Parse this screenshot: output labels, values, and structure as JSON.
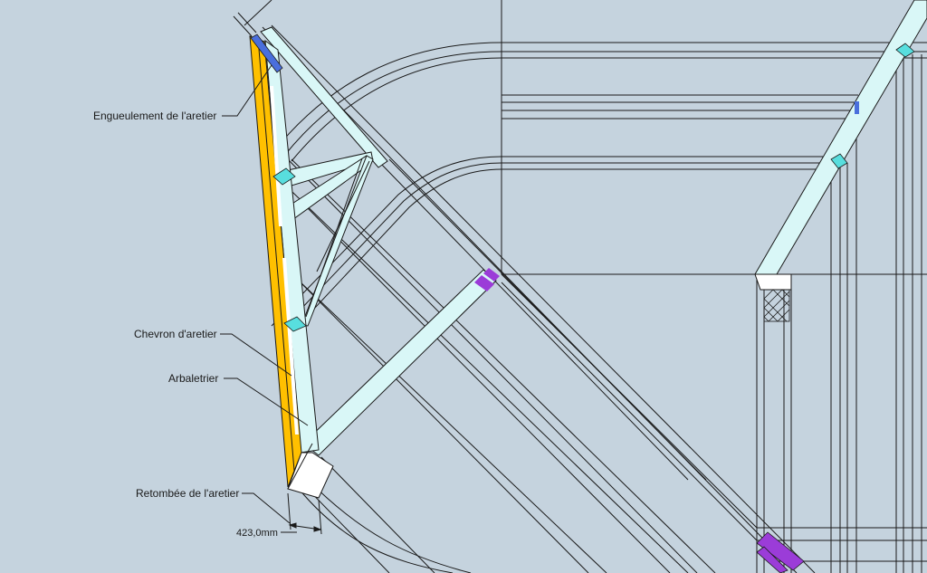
{
  "labels": {
    "engueulement": "Engueulement de l'aretier",
    "chevron": "Chevron d'aretier",
    "arbaletrier": "Arbaletrier",
    "retombee": "Retombée de l'aretier"
  },
  "dimension": {
    "value": "423,0mm"
  },
  "colors": {
    "background": "#c5d3de",
    "line": "#1a1a1a",
    "member_fill": "#d9f7f7",
    "hip_fill": "#ffc000",
    "cut_face": "#58dede",
    "marker_purple": "#9b3cd8",
    "marker_blue": "#4a6fdc",
    "white_face": "#ffffff"
  }
}
